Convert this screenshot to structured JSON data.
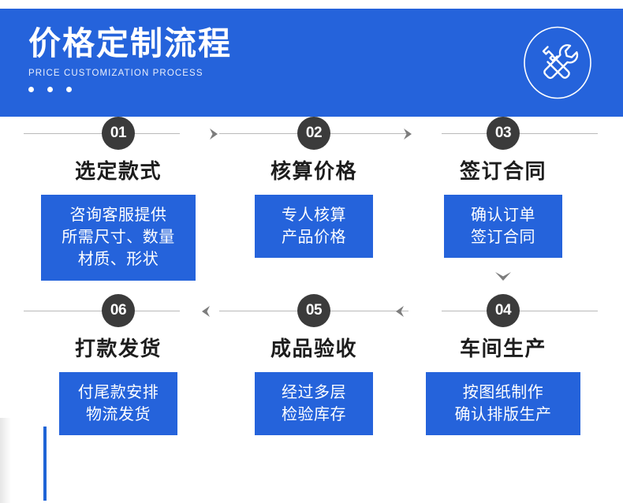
{
  "header": {
    "title": "价格定制流程",
    "subtitle": "PRICE CUSTOMIZATION PROCESS",
    "emblem_icon": "hammer-wrench-circle-icon",
    "dots": [
      "dot",
      "dot",
      "dot"
    ],
    "background_color": "#2563db",
    "title_color": "#ffffff"
  },
  "flow": {
    "badge_color": "#3b3b3b",
    "box_color": "#2563db",
    "line_color": "#b9b9b9",
    "arrow_color": "#7d7d7d",
    "rows": [
      {
        "direction": "right",
        "steps": [
          {
            "number": "01",
            "title": "选定款式",
            "lines": [
              "咨询客服提供",
              "所需尺寸、数量",
              "材质、形状"
            ]
          },
          {
            "number": "02",
            "title": "核算价格",
            "lines": [
              "专人核算",
              "产品价格"
            ]
          },
          {
            "number": "03",
            "title": "签订合同",
            "lines": [
              "确认订单",
              "签订合同"
            ]
          }
        ]
      },
      {
        "direction": "left",
        "steps": [
          {
            "number": "06",
            "title": "打款发货",
            "lines": [
              "付尾款安排",
              "物流发货"
            ]
          },
          {
            "number": "05",
            "title": "成品验收",
            "lines": [
              "经过多层",
              "检验库存"
            ]
          },
          {
            "number": "04",
            "title": "车间生产",
            "lines": [
              "按图纸制作",
              "确认排版生产"
            ]
          }
        ]
      }
    ],
    "arrow_right_icon": "chevron-right-icon",
    "arrow_left_icon": "chevron-left-icon",
    "arrow_down_icon": "chevron-down-icon"
  }
}
